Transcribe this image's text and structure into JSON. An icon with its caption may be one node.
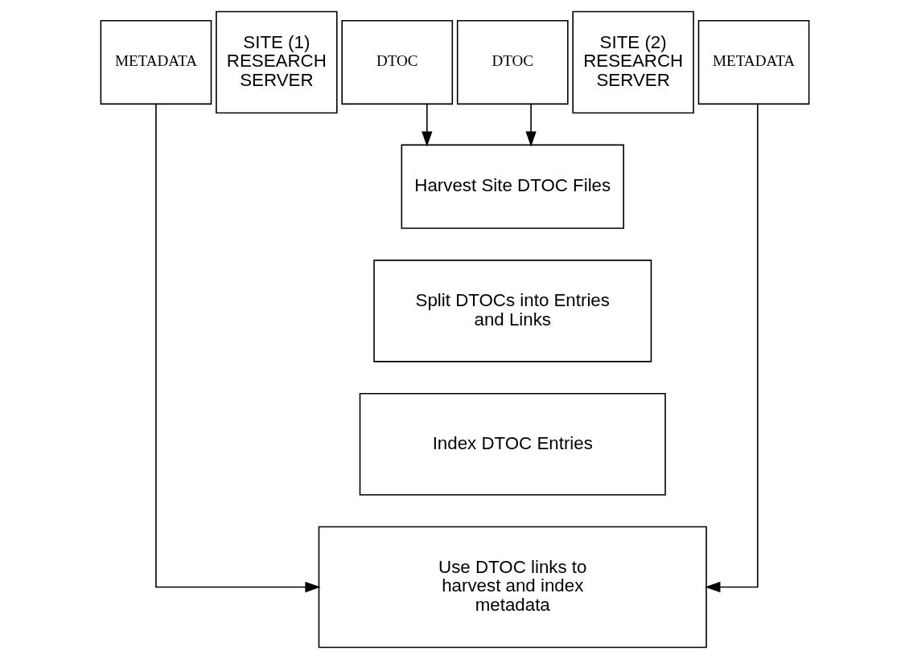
{
  "diagram": {
    "nodes": [
      {
        "text": [
          "METADATA"
        ]
      },
      {
        "text": [
          "SITE (1) RESEARCH SERVER"
        ]
      },
      {
        "text": [
          "DTOC"
        ]
      },
      {
        "text": [
          "DTOC"
        ]
      },
      {
        "text": [
          "SITE (2) RESEARCH SERVER"
        ]
      },
      {
        "text": [
          "METADATA"
        ]
      },
      {
        "text": [
          "Harvest Site DTOC Files"
        ]
      },
      {
        "text": [
          "Split DTOCs into Entries and Links"
        ]
      },
      {
        "text": [
          "Index DTOC Entries"
        ]
      },
      {
        "text": [
          "Use DTOC links to harvest and index metadata"
        ]
      }
    ],
    "edges": [
      {
        "from": 2,
        "to": 6,
        "arrow": "to"
      },
      {
        "from": 3,
        "to": 6,
        "arrow": "to"
      },
      {
        "from": 0,
        "to": 9,
        "arrow": "to"
      },
      {
        "from": 5,
        "to": 9,
        "arrow": "to"
      }
    ]
  }
}
